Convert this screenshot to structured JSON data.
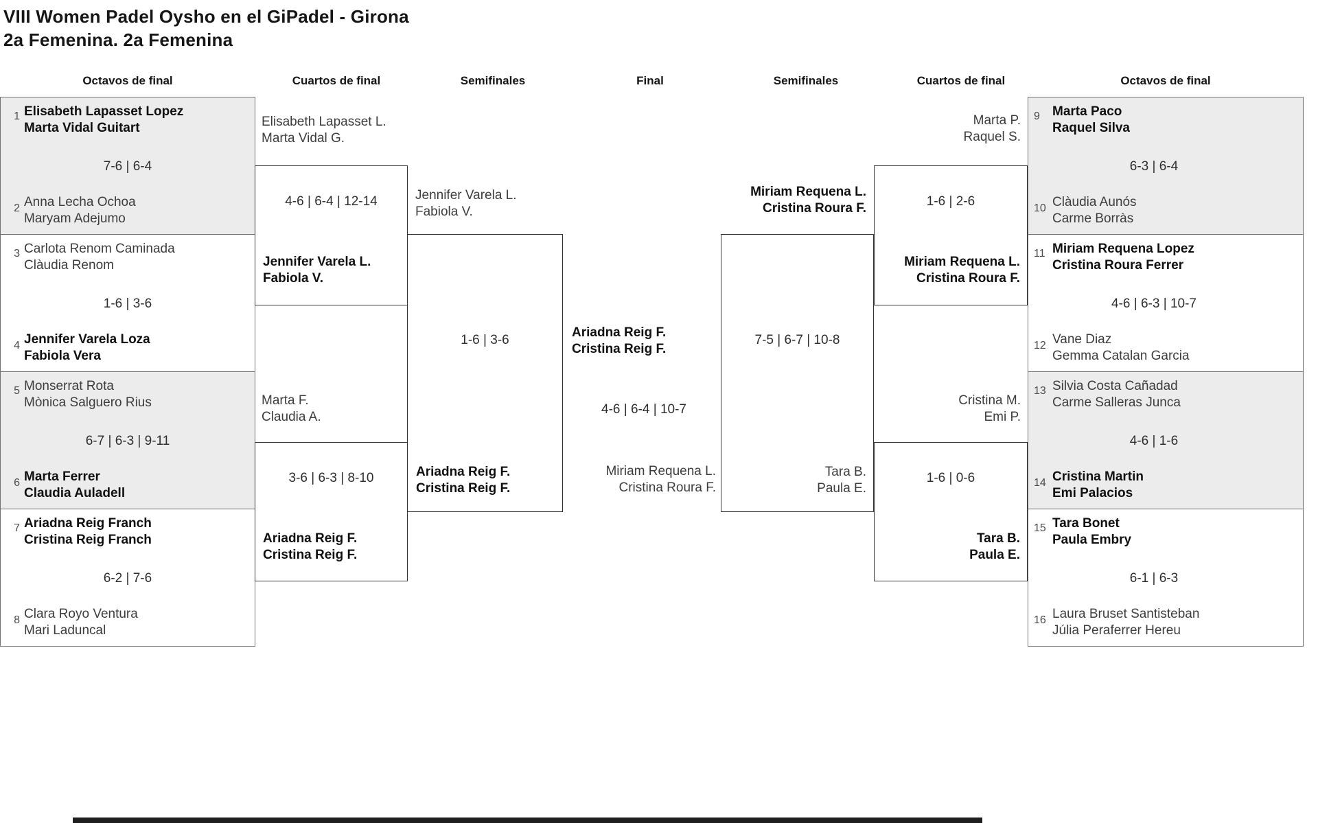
{
  "title": {
    "line1": "VIII Women Padel Oysho en el GiPadel - Girona",
    "line2": "2a Femenina. 2a Femenina"
  },
  "round_headers": [
    {
      "label": "Octavos de final"
    },
    {
      "label": "Cuartos de final"
    },
    {
      "label": "Semifinales"
    },
    {
      "label": "Final"
    },
    {
      "label": "Semifinales"
    },
    {
      "label": "Cuartos de final"
    },
    {
      "label": "Octavos de final"
    }
  ],
  "octavos_left": [
    {
      "seed_top": "1",
      "team_top": [
        "Elisabeth Lapasset Lopez",
        "Marta Vidal Guitart"
      ],
      "score": "7-6 | 6-4",
      "seed_bottom": "2",
      "team_bottom": [
        "Anna Lecha Ochoa",
        "Maryam Adejumo"
      ],
      "winner": "top"
    },
    {
      "seed_top": "3",
      "team_top": [
        "Carlota Renom Caminada",
        "Clàudia Renom"
      ],
      "score": "1-6 | 3-6",
      "seed_bottom": "4",
      "team_bottom": [
        "Jennifer Varela Loza",
        "Fabiola Vera"
      ],
      "winner": "bottom"
    },
    {
      "seed_top": "5",
      "team_top": [
        "Monserrat Rota",
        "Mònica Salguero Rius"
      ],
      "score": "6-7 | 6-3 | 9-11",
      "seed_bottom": "6",
      "team_bottom": [
        "Marta Ferrer",
        "Claudia Auladell"
      ],
      "winner": "bottom"
    },
    {
      "seed_top": "7",
      "team_top": [
        "Ariadna Reig Franch",
        "Cristina Reig Franch"
      ],
      "score": "6-2 | 7-6",
      "seed_bottom": "8",
      "team_bottom": [
        "Clara Royo Ventura",
        "Mari Laduncal"
      ],
      "winner": "top"
    }
  ],
  "octavos_right": [
    {
      "seed_top": "9",
      "team_top": [
        "Marta Paco",
        "Raquel Silva"
      ],
      "score": "6-3 | 6-4",
      "seed_bottom": "10",
      "team_bottom": [
        "Clàudia Aunós",
        "Carme Borràs"
      ],
      "winner": "top"
    },
    {
      "seed_top": "11",
      "team_top": [
        "Miriam Requena Lopez",
        "Cristina Roura Ferrer"
      ],
      "score": "4-6 | 6-3 | 10-7",
      "seed_bottom": "12",
      "team_bottom": [
        "Vane Diaz",
        "Gemma Catalan Garcia"
      ],
      "winner": "top"
    },
    {
      "seed_top": "13",
      "team_top": [
        "Silvia Costa Cañadad",
        "Carme Salleras Junca"
      ],
      "score": "4-6 | 1-6",
      "seed_bottom": "14",
      "team_bottom": [
        "Cristina Martin",
        "Emi Palacios"
      ],
      "winner": "bottom"
    },
    {
      "seed_top": "15",
      "team_top": [
        "Tara Bonet",
        "Paula Embry"
      ],
      "score": "6-1 | 6-3",
      "seed_bottom": "16",
      "team_bottom": [
        "Laura Bruset Santisteban",
        "Júlia Peraferrer Hereu"
      ],
      "winner": "top"
    }
  ],
  "cuartos_left": [
    {
      "team_top": [
        "Elisabeth Lapasset L.",
        "Marta Vidal G."
      ],
      "score": "4-6 | 6-4 | 12-14",
      "team_bottom": [
        "Jennifer Varela L.",
        "Fabiola V."
      ],
      "winner": "bottom"
    },
    {
      "team_top": [
        "Marta F.",
        "Claudia A."
      ],
      "score": "3-6 | 6-3 | 8-10",
      "team_bottom": [
        "Ariadna Reig F.",
        "Cristina Reig F."
      ],
      "winner": "bottom"
    }
  ],
  "cuartos_right": [
    {
      "team_top": [
        "Marta P.",
        "Raquel S."
      ],
      "score": "1-6 | 2-6",
      "team_bottom": [
        "Miriam Requena L.",
        "Cristina Roura F."
      ],
      "winner": "bottom"
    },
    {
      "team_top": [
        "Cristina M.",
        "Emi P."
      ],
      "score": "1-6 | 0-6",
      "team_bottom": [
        "Tara B.",
        "Paula E."
      ],
      "winner": "bottom"
    }
  ],
  "semifinal_left": {
    "team_top": [
      "Jennifer Varela L.",
      "Fabiola V."
    ],
    "score": "1-6 | 3-6",
    "team_bottom": [
      "Ariadna Reig F.",
      "Cristina Reig F."
    ],
    "winner": "bottom"
  },
  "semifinal_right": {
    "team_top": [
      "Miriam Requena L.",
      "Cristina Roura F."
    ],
    "score": "7-5 | 6-7 | 10-8",
    "team_bottom": [
      "Tara B.",
      "Paula E."
    ],
    "winner": "top"
  },
  "final": {
    "team_top": [
      "Ariadna Reig F.",
      "Cristina Reig F."
    ],
    "score": "4-6 | 6-4 | 10-7",
    "team_bottom": [
      "Miriam Requena L.",
      "Cristina Roura F."
    ],
    "winner": "top"
  },
  "colors": {
    "shaded_box": "#ececec",
    "octavos_border": "#707070",
    "inner_border": "#333333",
    "scrollbar_thumb": "#1f1f1f"
  }
}
